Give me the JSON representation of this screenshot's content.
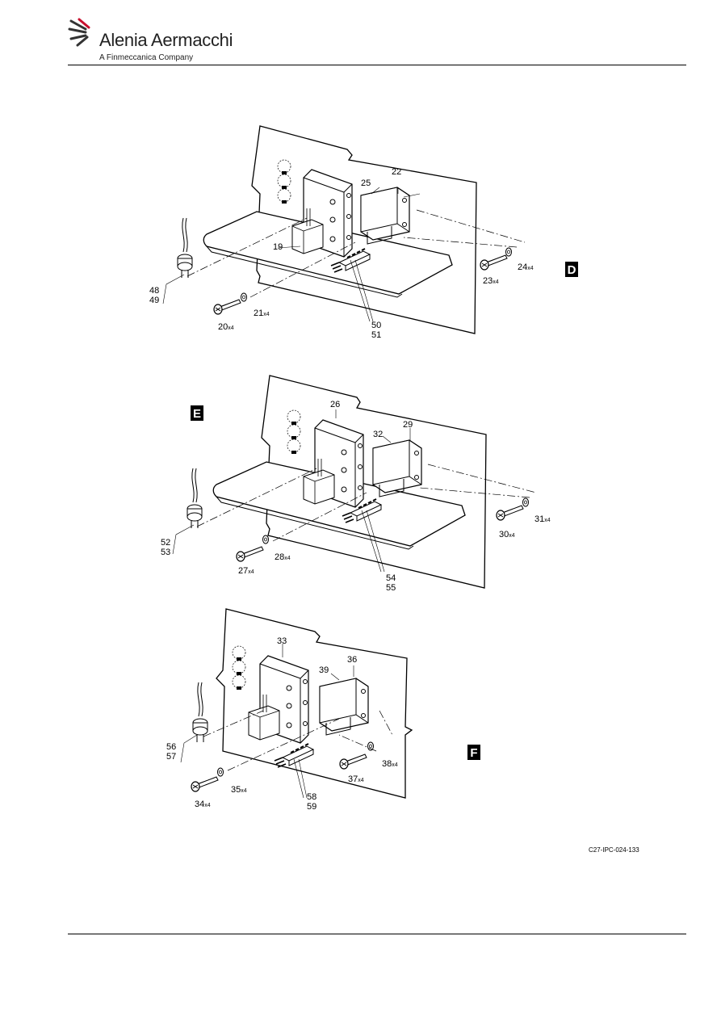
{
  "header": {
    "company_name": "Alenia Aermacchi",
    "company_subtitle": "A Finmeccanica Company"
  },
  "views": [
    {
      "id": "D",
      "items": {
        "bracket": "19",
        "relay": "22",
        "relay_sub": "25",
        "screw_a": "20",
        "washer_a": "21",
        "screw_b": "23",
        "washer_b": "24",
        "grommet": [
          "48",
          "49"
        ],
        "connector": [
          "50",
          "51"
        ]
      }
    },
    {
      "id": "E",
      "items": {
        "bracket": "26",
        "relay": "29",
        "relay_sub": "32",
        "screw_a": "27",
        "washer_a": "28",
        "screw_b": "30",
        "washer_b": "31",
        "grommet": [
          "52",
          "53"
        ],
        "connector": [
          "54",
          "55"
        ]
      }
    },
    {
      "id": "F",
      "items": {
        "bracket": "33",
        "relay": "36",
        "relay_sub": "39",
        "screw_a": "34",
        "washer_a": "35",
        "screw_b": "37",
        "washer_b": "38",
        "grommet": [
          "56",
          "57"
        ],
        "connector": [
          "58",
          "59"
        ]
      }
    }
  ],
  "quantity_suffix": "x4",
  "figure_code": "C27-IPC-024-133"
}
